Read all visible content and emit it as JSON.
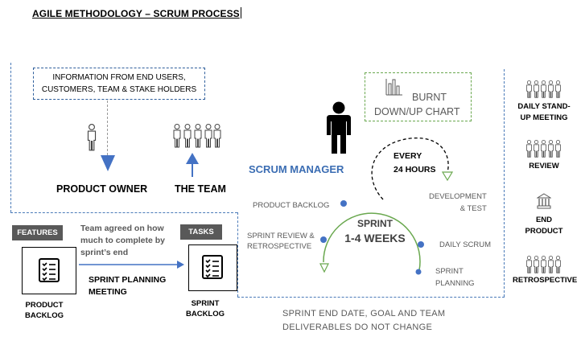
{
  "title": "AGILE METHODOLOGY – SCRUM PROCESS",
  "info_box": {
    "line1": "INFORMATION FROM END USERS,",
    "line2": "CUSTOMERS, TEAM & STAKE HOLDERS"
  },
  "roles": {
    "product_owner": "PRODUCT OWNER",
    "the_team": "THE TEAM",
    "scrum_manager": "SCRUM MANAGER"
  },
  "planning": {
    "features_tag": "FEATURES",
    "tasks_tag": "TASKS",
    "agreement_line1": "Team agreed on how",
    "agreement_line2": "much to complete by",
    "agreement_line3": "sprint’s end",
    "meeting_line1": "SPRINT PLANNING",
    "meeting_line2": "MEETING",
    "product_backlog_line1": "PRODUCT",
    "product_backlog_line2": "BACKLOG",
    "sprint_backlog_line1": "SPRINT",
    "sprint_backlog_line2": "BACKLOG"
  },
  "burnt_chart": {
    "line1": "BURNT",
    "line2": "DOWN/UP CHART"
  },
  "cycle": {
    "every_line1": "EVERY",
    "every_line2": "24 HOURS",
    "sprint_line1": "SPRINT",
    "sprint_line2": "1-4 WEEKS",
    "product_backlog": "PRODUCT BACKLOG",
    "review_line1": "SPRINT REVIEW &",
    "review_line2": "RETROSPECTIVE",
    "dev_line1": "DEVELOPMENT",
    "dev_line2": "& TEST",
    "daily_scrum": "DAILY SCRUM",
    "planning_line1": "SPRINT",
    "planning_line2": "PLANNING"
  },
  "footer": {
    "line1": "SPRINT END DATE, GOAL AND TEAM",
    "line2": "DELIVERABLES DO NOT CHANGE"
  },
  "right_column": {
    "standup_line1": "DAILY STAND-",
    "standup_line2": "UP MEETING",
    "review": "REVIEW",
    "end_line1": "END",
    "end_line2": "PRODUCT",
    "retrospective": "RETROSPECTIVE"
  },
  "colors": {
    "blue_accent": "#4472c4",
    "dash_blue": "#4a7ab8",
    "green": "#6aa84f",
    "grey_tag": "#595959"
  },
  "icons": [
    "person-icon",
    "team-icon",
    "checklist-icon",
    "bar-chart-icon",
    "building-icon",
    "arrow-down-icon",
    "arrow-up-icon"
  ]
}
